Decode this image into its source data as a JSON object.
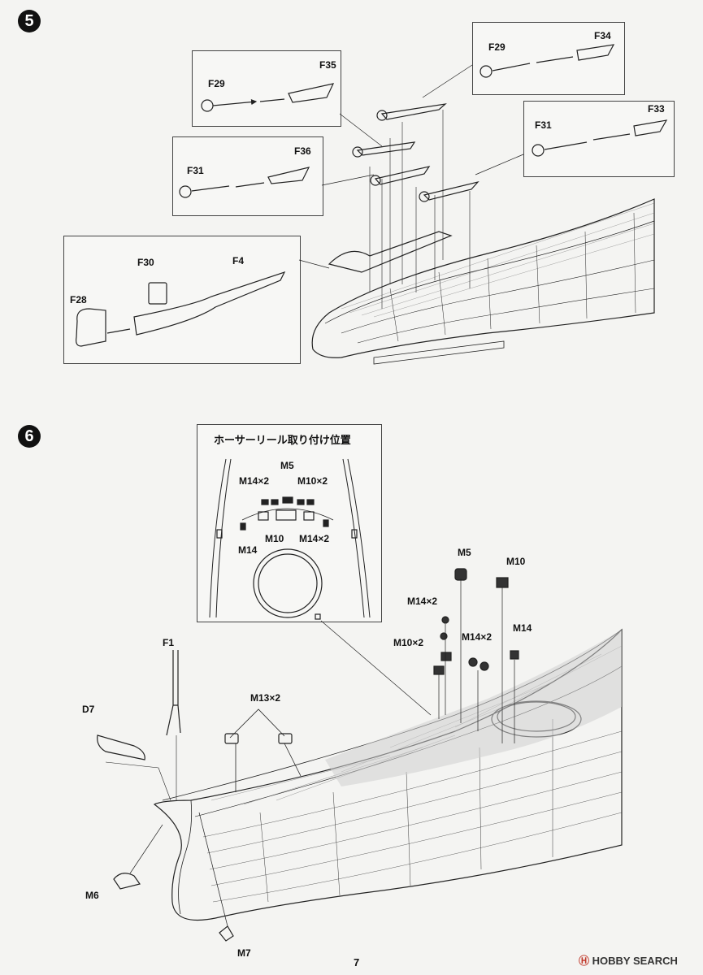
{
  "step5": {
    "number": "5",
    "labels": {
      "f35": "F35",
      "f29a": "F29",
      "f34": "F34",
      "f29b": "F29",
      "f36": "F36",
      "f31a": "F31",
      "f33": "F33",
      "f31b": "F31",
      "f30": "F30",
      "f4": "F4",
      "f28": "F28"
    }
  },
  "step6": {
    "number": "6",
    "inset_title": "ホーサーリール取り付け位置",
    "inset_labels": {
      "m5": "M5",
      "m14x2a": "M14×2",
      "m10x2": "M10×2",
      "m14": "M14",
      "m10": "M10",
      "m14x2b": "M14×2"
    },
    "labels": {
      "m5": "M5",
      "m10": "M10",
      "m14x2a": "M14×2",
      "m10x2": "M10×2",
      "m14x2b": "M14×2",
      "m14": "M14",
      "f1": "F1",
      "d7": "D7",
      "m13x2": "M13×2",
      "m6": "M6",
      "m7": "M7"
    }
  },
  "page_number": "7",
  "watermark": {
    "mark": "Ⓗ",
    "text": "HOBBY SEARCH"
  }
}
